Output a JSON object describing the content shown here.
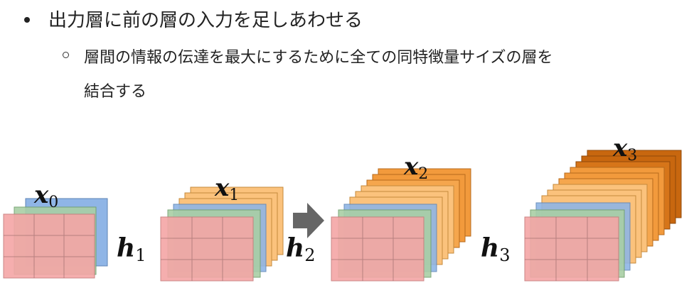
{
  "bullet": {
    "text": "出力層に前の層の入力を足しあわせる",
    "sub": {
      "line1": "層間の情報の伝達を最大にするために全ての同特徴量サイズの層を",
      "line2": "結合する"
    }
  },
  "labels": {
    "x0": "x",
    "x0_sub": "0",
    "x1": "x",
    "x1_sub": "1",
    "x2": "x",
    "x2_sub": "2",
    "x3": "x",
    "x3_sub": "3",
    "h1": "h",
    "h1_sub": "1",
    "h2": "h",
    "h2_sub": "2",
    "h3": "h",
    "h3_sub": "3"
  },
  "colors": {
    "red": "#f4a6a6",
    "green": "#a9cfa5",
    "blue": "#8fb5e6",
    "orange_light": "#fbc27c",
    "orange": "#f29a3c",
    "orange_dark": "#c8670f",
    "arrow": "#666666"
  }
}
